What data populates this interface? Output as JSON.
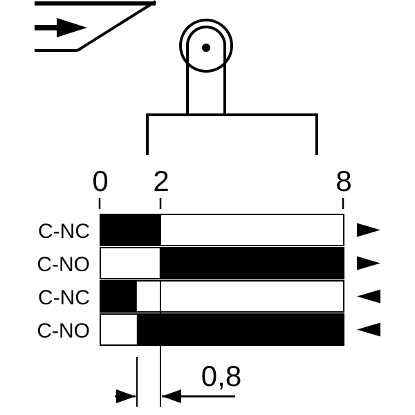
{
  "scale": {
    "ticks": [
      {
        "label": "0",
        "value": 0
      },
      {
        "label": "2",
        "value": 2
      },
      {
        "label": "8",
        "value": 8
      }
    ],
    "min": 0,
    "max": 8
  },
  "rows": [
    {
      "label": "C-NC",
      "black_from": 0,
      "black_to": 2.0,
      "direction": "forward",
      "direction_icon": "arrow-right-icon"
    },
    {
      "label": "C-NO",
      "black_from": 1.95,
      "black_to": 8,
      "direction": "forward",
      "direction_icon": "arrow-right-icon"
    },
    {
      "label": "C-NC",
      "black_from": 0,
      "black_to": 1.2,
      "direction": "return",
      "direction_icon": "arrow-left-icon"
    },
    {
      "label": "C-NO",
      "black_from": 1.2,
      "black_to": 8,
      "direction": "return",
      "direction_icon": "arrow-left-icon"
    }
  ],
  "differential": {
    "label": "0,8",
    "value": 0.8
  },
  "actuator": {
    "type": "roller-lever",
    "icon": "roller-actuator-icon"
  },
  "colors": {
    "ink": "#000000",
    "background": "#ffffff"
  }
}
